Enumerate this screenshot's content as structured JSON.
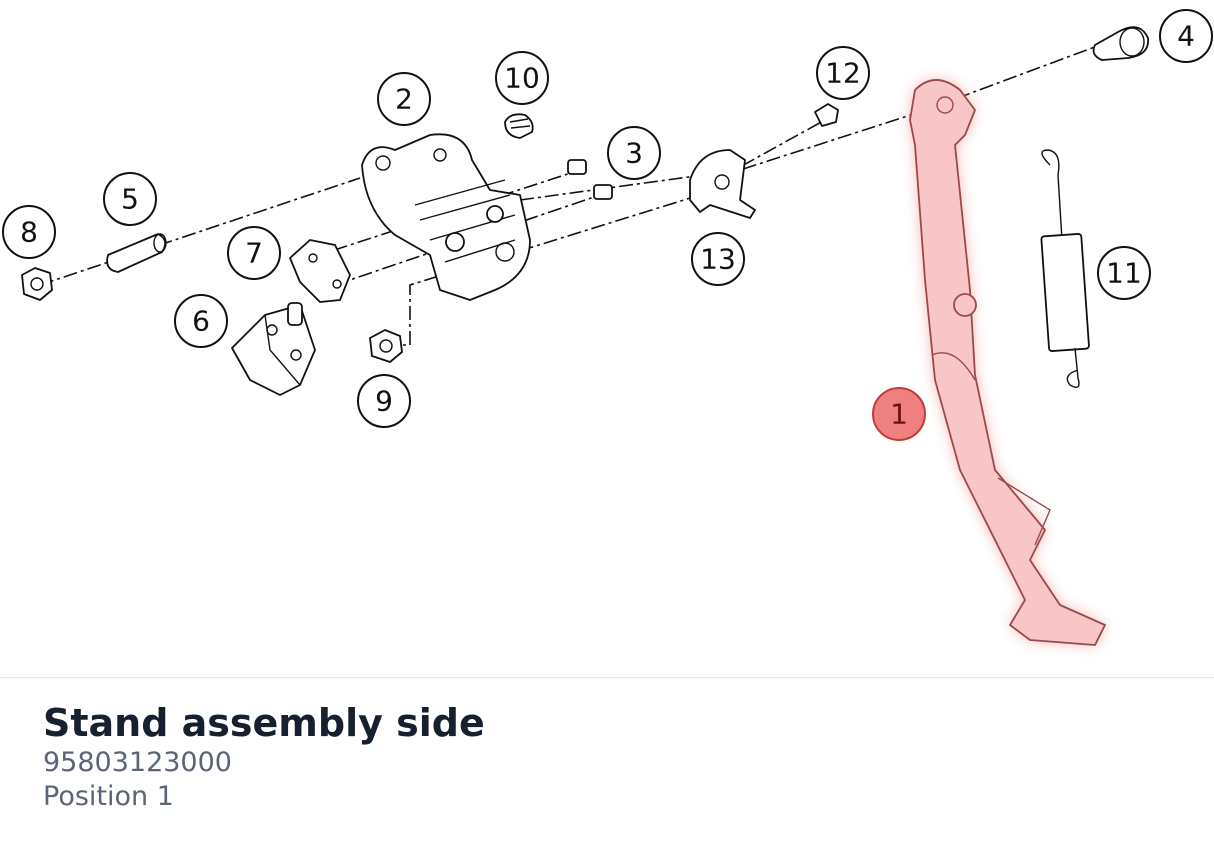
{
  "diagram": {
    "highlight_color": "#ef8080",
    "selected_position": "1",
    "callouts": [
      {
        "label": "1",
        "part": "side-stand-leg"
      },
      {
        "label": "2",
        "part": "mounting-bracket"
      },
      {
        "label": "3",
        "part": "screw"
      },
      {
        "label": "4",
        "part": "pivot-bolt"
      },
      {
        "label": "5",
        "part": "spacer-sleeve"
      },
      {
        "label": "6",
        "part": "side-stand-switch"
      },
      {
        "label": "7",
        "part": "switch-holder"
      },
      {
        "label": "8",
        "part": "nut"
      },
      {
        "label": "9",
        "part": "nut"
      },
      {
        "label": "10",
        "part": "rubber-buffer"
      },
      {
        "label": "11",
        "part": "tension-spring"
      },
      {
        "label": "12",
        "part": "screw"
      },
      {
        "label": "13",
        "part": "cam-plate"
      }
    ]
  },
  "part_info": {
    "name": "Stand assembly side",
    "number": "95803123000",
    "position": "Position 1"
  }
}
